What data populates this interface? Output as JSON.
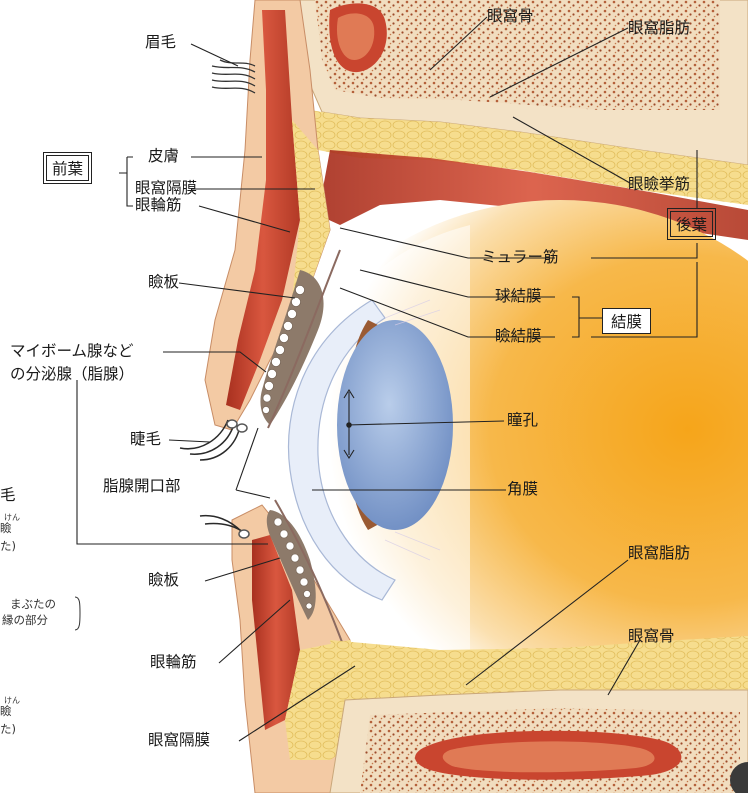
{
  "labels": {
    "mayuge": "眉毛",
    "ganka_kotsu_top": "眼窩骨",
    "ganka_shibo_top": "眼窩脂肪",
    "hifu": "皮膚",
    "zenyou": "前葉",
    "ganka_kakumaku_top": "眼窩隔膜",
    "gan_rin_kin_top": "眼輪筋",
    "ganken_kyokin": "眼瞼挙筋",
    "muller_kin": "ミュラー筋",
    "kyuu_ketsumaku": "球結膜",
    "ketsumaku": "結膜",
    "kouyou": "後葉",
    "ken_ketsumaku": "瞼結膜",
    "kenban_top": "瞼板",
    "meibomian_line1": "マイボーム腺など",
    "meibomian_line2": "の分泌腺（脂腺）",
    "doukou": "瞳孔",
    "shoumou": "睫毛",
    "shisen_kaikoubu": "脂腺開口部",
    "kakumaku": "角膜",
    "kenban_bottom": "瞼板",
    "ganka_shibo_bottom": "眼窩脂肪",
    "gan_rin_kin_bottom": "眼輪筋",
    "ganka_kotsu_bottom": "眼窩骨",
    "ganka_kakumaku_bottom": "眼窩隔膜"
  },
  "side_notes": {
    "ke": "毛",
    "ruby_top": "けん",
    "ken_top": "瞼",
    "ta_top": "た)",
    "mabuta_line1": "まぶたの",
    "mabuta_line2": "縁の部分",
    "ruby_bottom": "けん",
    "ken_bottom": "瞼",
    "ta_bottom": "た)"
  },
  "colors": {
    "skin": "#f2c9a6",
    "muscle": "#c8402e",
    "fat": "#f5dc8a",
    "bone": "#f3e4cc",
    "marrow": "#b25a34",
    "iris": "#9a5a33",
    "lens": "#86a3cf",
    "cornea": "#e6edf8",
    "globe": "#f3a21c"
  }
}
